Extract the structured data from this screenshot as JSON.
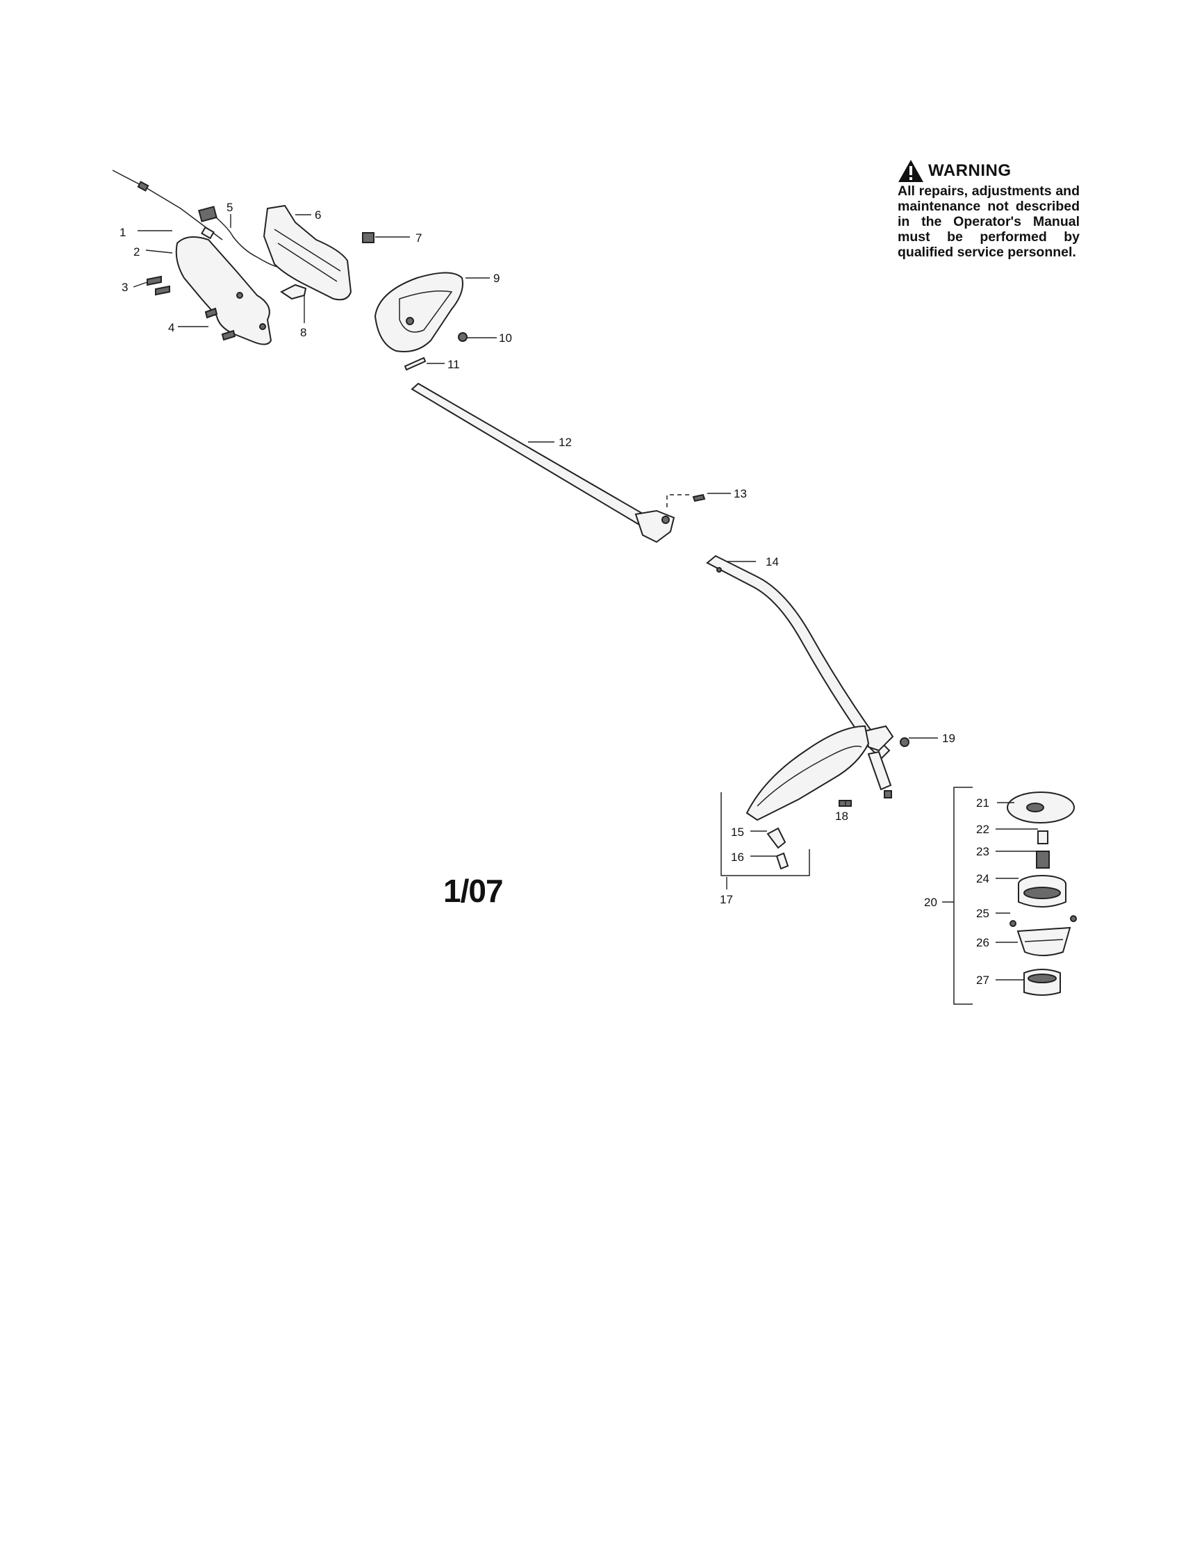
{
  "warning": {
    "icon": "warning-triangle-icon",
    "title": "WARNING",
    "text": "All repairs, adjustments and maintenance not described in the Operator's Manual must be performed by qualified service personnel."
  },
  "page_date": "1/07",
  "callouts": {
    "c1": "1",
    "c2": "2",
    "c3": "3",
    "c4": "4",
    "c5": "5",
    "c6": "6",
    "c7": "7",
    "c8": "8",
    "c9": "9",
    "c10": "10",
    "c11": "11",
    "c12": "12",
    "c13": "13",
    "c14": "14",
    "c15": "15",
    "c16": "16",
    "c17": "17",
    "c18": "18",
    "c19": "19",
    "c20": "20",
    "c21": "21",
    "c22": "22",
    "c23": "23",
    "c24": "24",
    "c25": "25",
    "c26": "26",
    "c27": "27"
  }
}
